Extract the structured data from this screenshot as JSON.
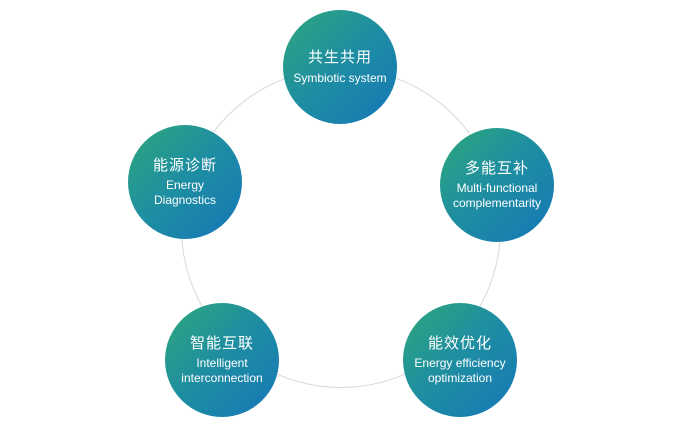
{
  "diagram": {
    "type": "pentagon-cycle",
    "ring": {
      "style": "thin-circle",
      "color": "#d8d8d8"
    },
    "node_colors": {
      "gradient_start": "#2ea87a",
      "gradient_end": "#1577b8",
      "text": "#ffffff"
    },
    "nodes": {
      "top": {
        "zh": "共生共用",
        "en": "Symbiotic system"
      },
      "right": {
        "zh": "多能互补",
        "en": "Multi-functional complementarity"
      },
      "left": {
        "zh": "能源诊断",
        "en": "Energy Diagnostics"
      },
      "bottom_right": {
        "zh": "能效优化",
        "en": "Energy efficiency optimization"
      },
      "bottom_left": {
        "zh": "智能互联",
        "en": "Intelligent interconnection"
      }
    }
  }
}
